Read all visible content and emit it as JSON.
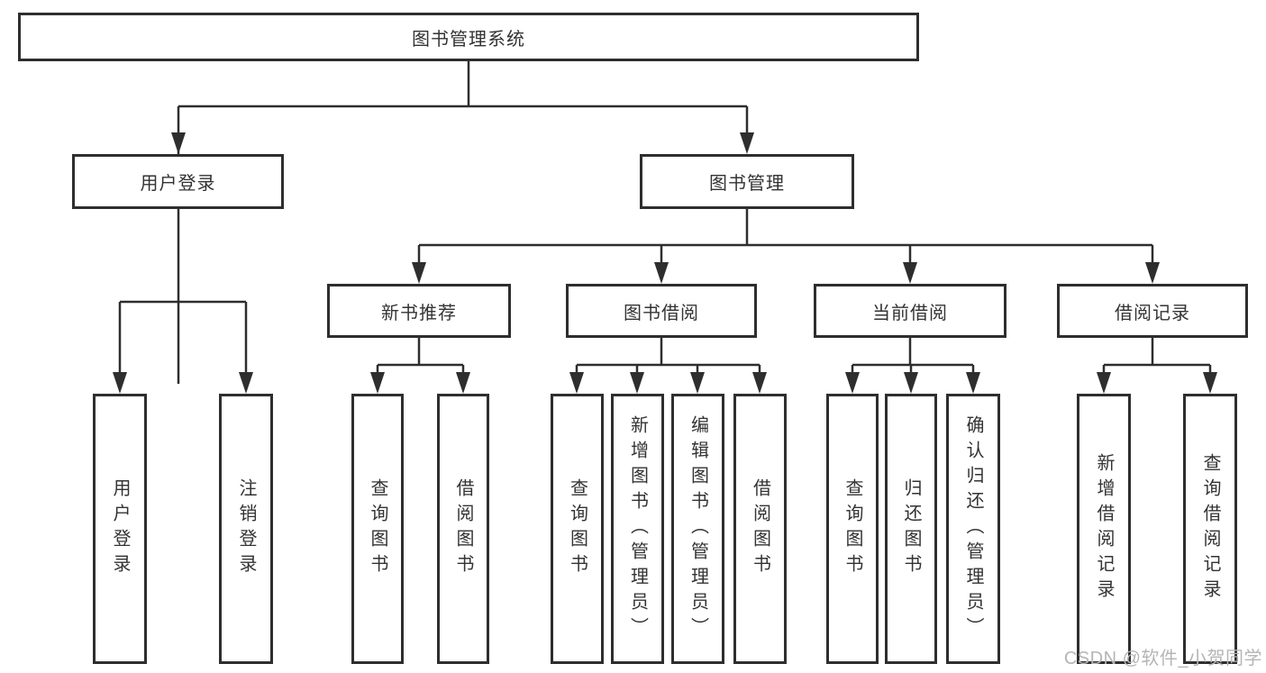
{
  "diagram_title": "图书管理系统",
  "tree": {
    "label": "图书管理系统",
    "children": [
      {
        "label": "用户登录",
        "children": [
          {
            "label": "用户登录"
          },
          {
            "label": "注销登录"
          }
        ]
      },
      {
        "label": "图书管理",
        "children": [
          {
            "label": "新书推荐",
            "children": [
              {
                "label": "查询图书"
              },
              {
                "label": "借阅图书"
              }
            ]
          },
          {
            "label": "图书借阅",
            "children": [
              {
                "label": "查询图书"
              },
              {
                "label": "新增图书（管理员）"
              },
              {
                "label": "编辑图书（管理员）"
              },
              {
                "label": "借阅图书"
              }
            ]
          },
          {
            "label": "当前借阅",
            "children": [
              {
                "label": "查询图书"
              },
              {
                "label": "归还图书"
              },
              {
                "label": "确认归还（管理员）"
              }
            ]
          },
          {
            "label": "借阅记录",
            "children": [
              {
                "label": "新增借阅记录"
              },
              {
                "label": "查询借阅记录"
              }
            ]
          }
        ]
      }
    ]
  },
  "watermark": {
    "text": "CSDN @软件_小贺同学"
  },
  "colors": {
    "line": "#2e2e2e",
    "border": "#2e2e2e",
    "text": "#333333",
    "background": "#ffffff",
    "watermark": "#b5b5b5"
  }
}
